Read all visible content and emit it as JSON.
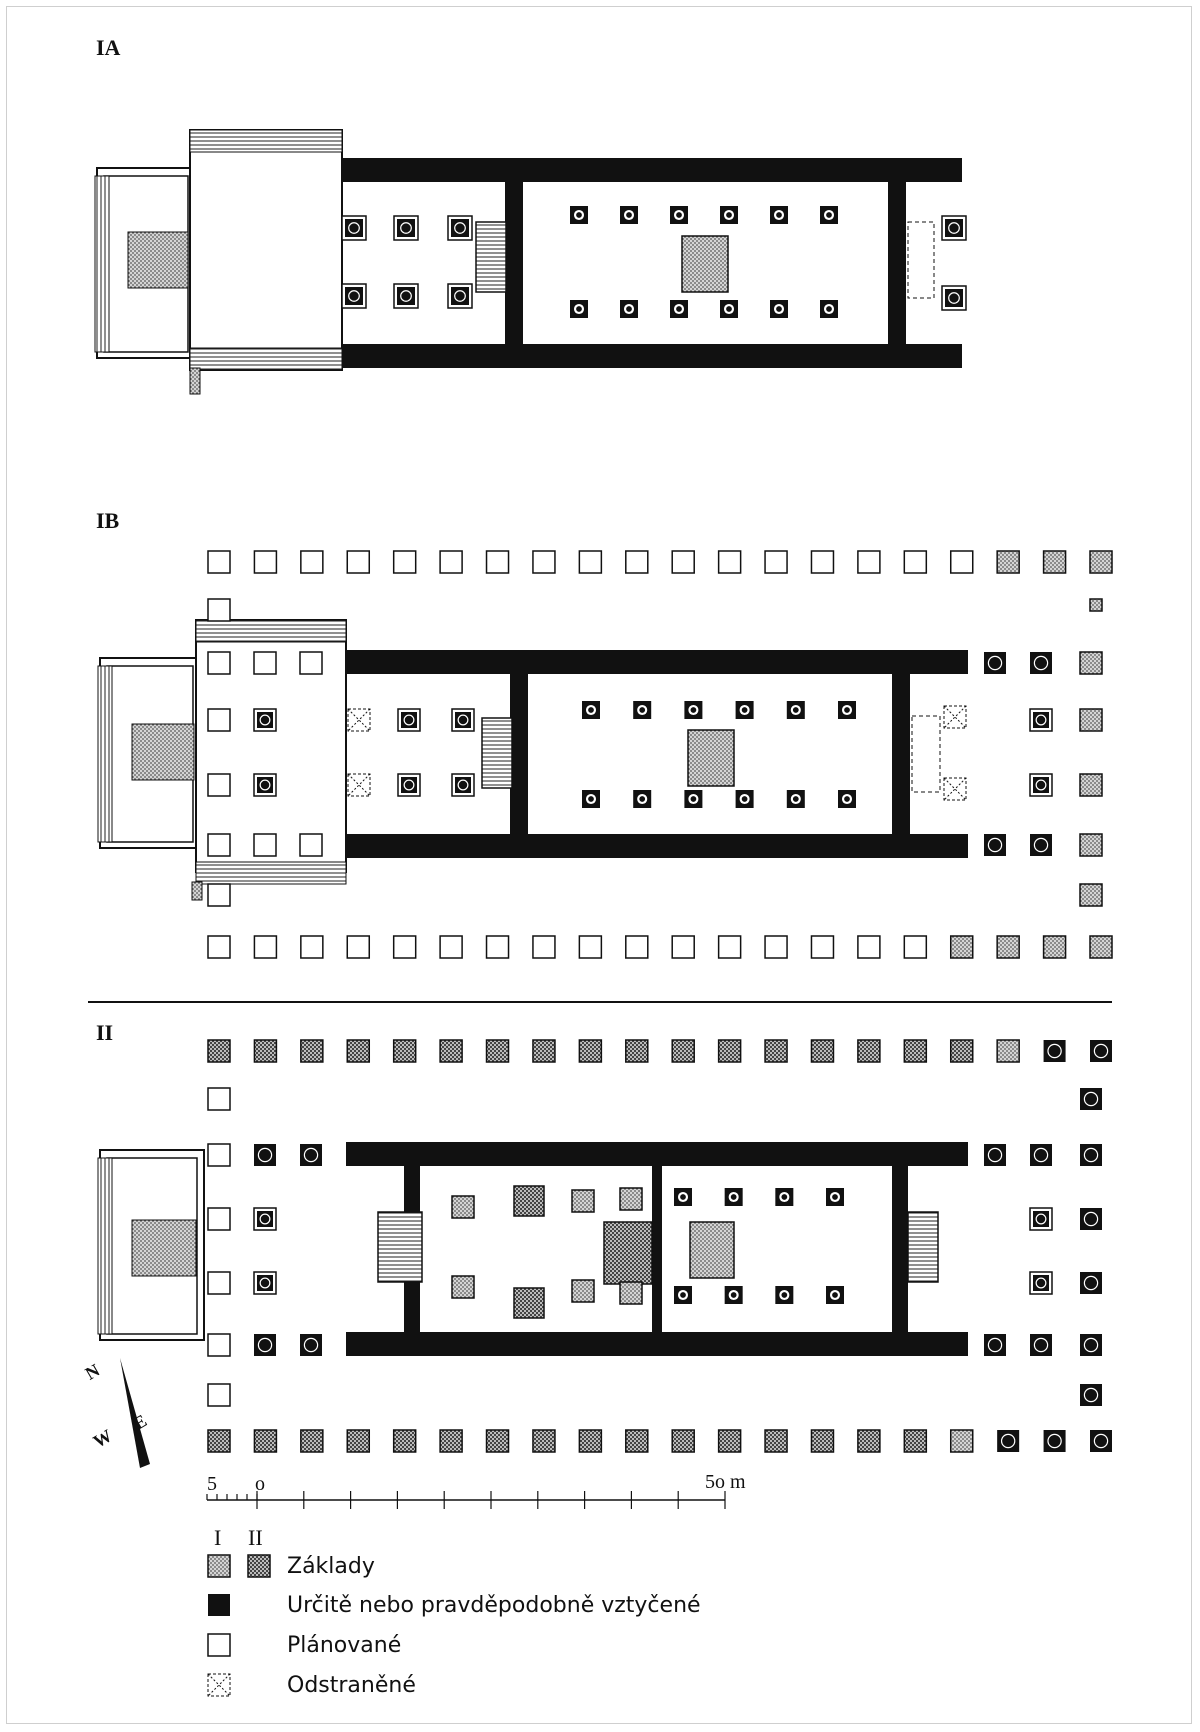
{
  "plans": [
    {
      "id": "IA",
      "label": "IA"
    },
    {
      "id": "IB",
      "label": "IB"
    },
    {
      "id": "II",
      "label": "II"
    }
  ],
  "compass": {
    "n": "N",
    "e": "E",
    "w": "W"
  },
  "scale": {
    "left_label": "5",
    "zero_label": "o",
    "right_label": "5o m"
  },
  "legend": {
    "header_i": "I",
    "header_ii": "II",
    "items": [
      {
        "key": "foundations",
        "label": "Základy"
      },
      {
        "key": "erected",
        "label": "Určitě nebo pravděpodobně  vztyčené"
      },
      {
        "key": "planned",
        "label": "Plánované"
      },
      {
        "key": "removed",
        "label": "Odstraněné"
      }
    ]
  },
  "colors": {
    "wall": "#111111",
    "foundation_fill": "#b8b8b8",
    "stroke": "#111111",
    "background": "#ffffff"
  }
}
